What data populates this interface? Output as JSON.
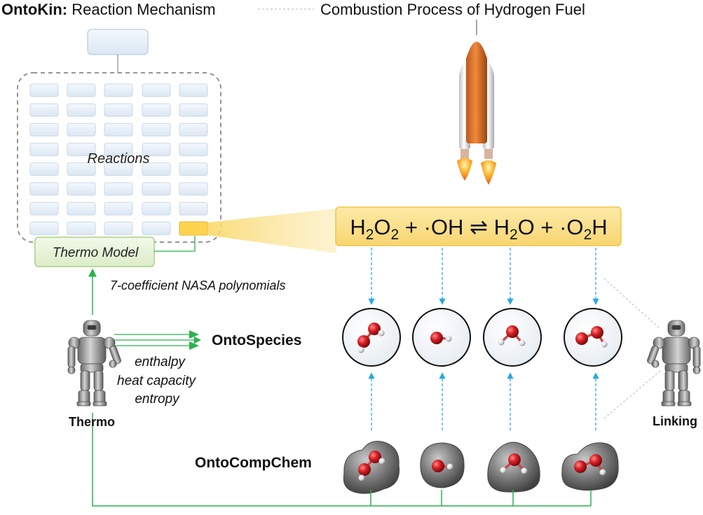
{
  "header": {
    "brand": "OntoKin:",
    "title_left": " Reaction Mechanism",
    "title_right": "Combustion Process of Hydrogen Fuel"
  },
  "mechanism": {
    "reactions_label": "Reactions",
    "thermo_model_label": "Thermo Model",
    "nasa_label": "7-coefficient NASA polynomials"
  },
  "equation": {
    "parts": [
      "H",
      "2",
      "O",
      "2",
      " + ·OH ",
      "⇌",
      " H",
      "2",
      "O + ·O",
      "2",
      "H"
    ]
  },
  "agents": {
    "thermo": "Thermo",
    "linking": "Linking"
  },
  "ontologies": {
    "species": "OntoSpecies",
    "compchem": "OntoCompChem"
  },
  "properties": [
    "enthalpy",
    "heat capacity",
    "entropy"
  ],
  "colors": {
    "green": "#2bb24c",
    "blue_dashed": "#27a9e1",
    "equation_fill": "#fbe08c",
    "oxygen": "#d92027",
    "hydrogen": "#f0f0f0"
  }
}
